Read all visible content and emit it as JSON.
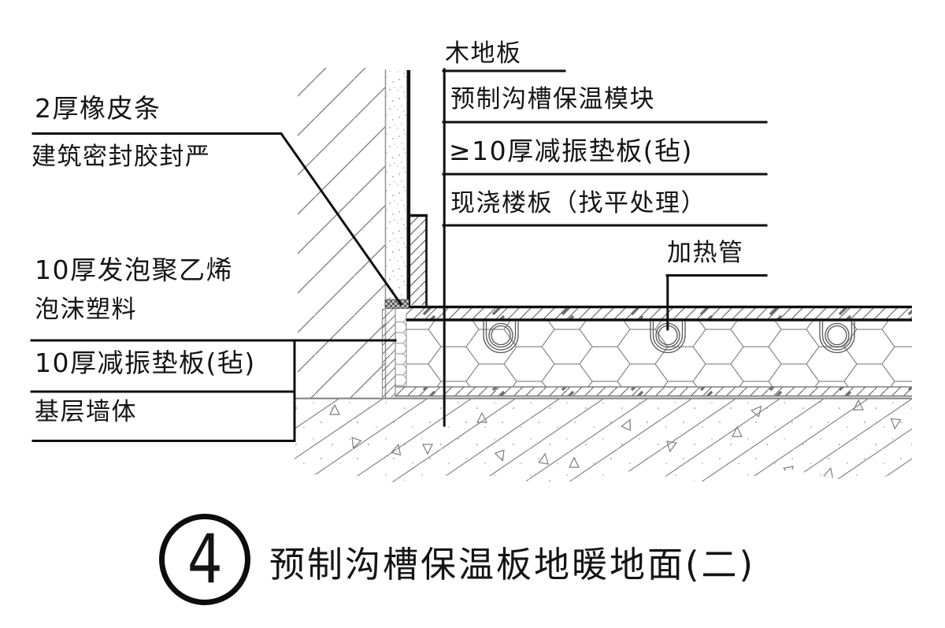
{
  "callouts": {
    "rubber_strip": "2厚橡皮条",
    "sealant": "建筑密封胶封严",
    "pe_foam_line1": "10厚发泡聚乙烯",
    "pe_foam_line2": "泡沫塑料",
    "damping_pad_wall": "10厚减振垫板(毡)",
    "base_wall": "基层墙体",
    "wood_floor": "木地板",
    "insulation_module": "预制沟槽保温模块",
    "damping_pad_floor": "≥10厚减振垫板(毡)",
    "cast_slab": "现浇楼板（找平处理）",
    "heating_pipe": "加热管"
  },
  "title": {
    "detail_number": "4",
    "text": "预制沟槽保温板地暖地面(二)"
  },
  "colors": {
    "ink": "#141414",
    "hatch_gray": "#8a8a8a",
    "background": "#ffffff"
  }
}
